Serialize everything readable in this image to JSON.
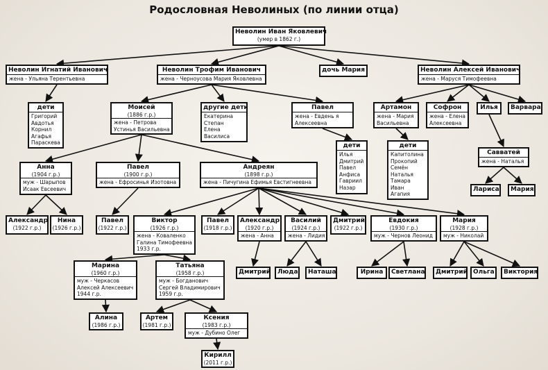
{
  "title": "Родословная Неволиных (по линии отца)",
  "colors": {
    "line": "#111111",
    "box_border": "#111111",
    "box_fill": "#ffffff"
  },
  "nodes": [
    {
      "id": "ivan",
      "name": "Неволин Иван Яковлевич",
      "year": "(умер в 1862 г.)",
      "lines": []
    },
    {
      "id": "ignatiy",
      "name": "Неволин Игнатий Иванович",
      "lines": [
        "жена - Ульяна Терентьевна"
      ]
    },
    {
      "id": "trofim",
      "name": "Неволин Трофим Иванович",
      "lines": [
        "жена - Черноусова Мария Яковлевна"
      ]
    },
    {
      "id": "mariya_d",
      "name": "дочь Мария",
      "lines": []
    },
    {
      "id": "aleksey",
      "name": "Неволин Алексей Иванович",
      "lines": [
        "жена - Маруся Тимофеевна"
      ]
    },
    {
      "id": "deti_ign",
      "name": "дети",
      "lines": [
        "Григорий",
        "Авдотья",
        "Корнил",
        "Агафья",
        "Параскева"
      ]
    },
    {
      "id": "moisey",
      "name": "Моисей",
      "year": "(1886 г.р.)",
      "lines": [
        "жена - Петрова",
        "Устинья Васильевна"
      ]
    },
    {
      "id": "drugie",
      "name": "другие дети",
      "lines": [
        "Екатерина",
        "Степан",
        "Елена",
        "Василиса"
      ]
    },
    {
      "id": "pavel_t",
      "name": "Павел",
      "lines": [
        "жена - Евдень я",
        "Алексеевна"
      ]
    },
    {
      "id": "deti_pav",
      "name": "дети",
      "lines": [
        "Илья",
        "Дмитрий",
        "Павел",
        "Анфиса",
        "Гавриил",
        "Назар"
      ]
    },
    {
      "id": "artamon",
      "name": "Артамон",
      "lines": [
        "жена - Мария",
        "Васильевна"
      ]
    },
    {
      "id": "sofron",
      "name": "Софрон",
      "lines": [
        "жена - Елена",
        "Алексеевна"
      ]
    },
    {
      "id": "ilya",
      "name": "Илья",
      "lines": []
    },
    {
      "id": "varvara",
      "name": "Варвара",
      "lines": []
    },
    {
      "id": "deti_art",
      "name": "дети",
      "lines": [
        "Капитолина",
        "Прокопий",
        "Семён",
        "Наталья",
        "Тамара",
        "Иван",
        "Агапия"
      ]
    },
    {
      "id": "savvatey",
      "name": "Савватей",
      "lines": [
        "жена - Наталья"
      ]
    },
    {
      "id": "larisa",
      "name": "Лариса",
      "lines": []
    },
    {
      "id": "mariya_s",
      "name": "Мария",
      "lines": []
    },
    {
      "id": "anna",
      "name": "Анна",
      "year": "(1904 г.р.)",
      "lines": [
        "муж - Шарыпов",
        "Исаак Евсеевич"
      ]
    },
    {
      "id": "pavel_m",
      "name": "Павел",
      "year": "(1900 г.р.)",
      "lines": [
        "жена - Ефросинья Изотовна"
      ]
    },
    {
      "id": "andreyan",
      "name": "Андреян",
      "year": "(1898 г.р.)",
      "lines": [
        "жена - Пичугина Ефимья Евстигнеевна"
      ]
    },
    {
      "id": "aleksandr_a",
      "name": "Александр",
      "year": "(1922 г.р.)",
      "lines": []
    },
    {
      "id": "nina",
      "name": "Нина",
      "year": "(1926 г.р.)",
      "lines": []
    },
    {
      "id": "pavel_p",
      "name": "Павел",
      "year": "(1922 г.р.)",
      "lines": []
    },
    {
      "id": "viktor",
      "name": "Виктор",
      "year": "(1926 г.р.)",
      "lines": [
        "жена - Коваленко",
        "Галина Тимофеевна",
        "1933 г.р."
      ]
    },
    {
      "id": "pavel_a",
      "name": "Павел",
      "year": "(1918 г.р.)",
      "lines": []
    },
    {
      "id": "aleksandr_b",
      "name": "Александр",
      "year": "(1920 г.р.)",
      "lines": [
        "жена - Анна"
      ]
    },
    {
      "id": "vasiliy",
      "name": "Василий",
      "year": "(1924 г.р.)",
      "lines": [
        "жена - Лидия"
      ]
    },
    {
      "id": "dmitriy_a",
      "name": "Дмитрий",
      "year": "(1922 г.р.)",
      "lines": []
    },
    {
      "id": "evdokiya",
      "name": "Евдокия",
      "year": "(1930 г.р.)",
      "lines": [
        "муж - Чернов Леонид"
      ]
    },
    {
      "id": "mariya_a",
      "name": "Мария",
      "year": "(1928 г.р.)",
      "lines": [
        "муж - Николай"
      ]
    },
    {
      "id": "marina",
      "name": "Марина",
      "year": "(1960 г.р.)",
      "lines": [
        "муж - Черкасов",
        "Алексей Алексеевич",
        "1944 г.р."
      ]
    },
    {
      "id": "tatyana",
      "name": "Татьяна",
      "year": "(1958 г.р.)",
      "lines": [
        "муж - Богданович",
        "Сергей Владимирович",
        "1959 г.р."
      ]
    },
    {
      "id": "dmitriy_b",
      "name": "Дмитрий",
      "lines": []
    },
    {
      "id": "lyuda",
      "name": "Люда",
      "lines": []
    },
    {
      "id": "natasha",
      "name": "Наташа",
      "lines": []
    },
    {
      "id": "irina",
      "name": "Ирина",
      "lines": []
    },
    {
      "id": "svetlana",
      "name": "Светлана",
      "lines": []
    },
    {
      "id": "dmitriy_m",
      "name": "Дмитрий",
      "lines": []
    },
    {
      "id": "olga",
      "name": "Ольга",
      "lines": []
    },
    {
      "id": "viktoriya",
      "name": "Виктория",
      "lines": []
    },
    {
      "id": "alina",
      "name": "Алина",
      "year": "(1986 г.р.)",
      "lines": []
    },
    {
      "id": "artem",
      "name": "Артем",
      "year": "(1981 г.р.)",
      "lines": []
    },
    {
      "id": "kseniya",
      "name": "Ксения",
      "year": "(1983 г.р.)",
      "lines": [
        "муж - Дубино Олег"
      ]
    },
    {
      "id": "kirill",
      "name": "Кирилл",
      "year": "(2011 г.р.)",
      "lines": []
    }
  ],
  "edges": [
    [
      "ivan",
      "ignatiy"
    ],
    [
      "ivan",
      "trofim"
    ],
    [
      "ivan",
      "mariya_d"
    ],
    [
      "ivan",
      "aleksey"
    ],
    [
      "ignatiy",
      "deti_ign"
    ],
    [
      "trofim",
      "moisey"
    ],
    [
      "trofim",
      "drugie"
    ],
    [
      "trofim",
      "pavel_t"
    ],
    [
      "pavel_t",
      "deti_pav"
    ],
    [
      "aleksey",
      "artamon"
    ],
    [
      "aleksey",
      "sofron"
    ],
    [
      "aleksey",
      "ilya"
    ],
    [
      "aleksey",
      "varvara"
    ],
    [
      "artamon",
      "deti_art"
    ],
    [
      "ilya",
      "savvatey"
    ],
    [
      "savvatey",
      "larisa"
    ],
    [
      "savvatey",
      "mariya_s"
    ],
    [
      "moisey",
      "anna"
    ],
    [
      "moisey",
      "pavel_m"
    ],
    [
      "moisey",
      "andreyan"
    ],
    [
      "anna",
      "aleksandr_a"
    ],
    [
      "anna",
      "nina"
    ],
    [
      "pavel_m",
      "pavel_p"
    ],
    [
      "andreyan",
      "viktor"
    ],
    [
      "andreyan",
      "pavel_a"
    ],
    [
      "andreyan",
      "aleksandr_b"
    ],
    [
      "andreyan",
      "vasiliy"
    ],
    [
      "andreyan",
      "dmitriy_a"
    ],
    [
      "andreyan",
      "evdokiya"
    ],
    [
      "andreyan",
      "mariya_a"
    ],
    [
      "viktor",
      "marina"
    ],
    [
      "viktor",
      "tatyana"
    ],
    [
      "aleksandr_b",
      "dmitriy_b"
    ],
    [
      "vasiliy",
      "lyuda"
    ],
    [
      "vasiliy",
      "natasha"
    ],
    [
      "evdokiya",
      "irina"
    ],
    [
      "evdokiya",
      "svetlana"
    ],
    [
      "mariya_a",
      "dmitriy_m"
    ],
    [
      "mariya_a",
      "olga"
    ],
    [
      "mariya_a",
      "viktoriya"
    ],
    [
      "marina",
      "alina"
    ],
    [
      "tatyana",
      "artem"
    ],
    [
      "tatyana",
      "kseniya"
    ],
    [
      "kseniya",
      "kirill"
    ]
  ]
}
